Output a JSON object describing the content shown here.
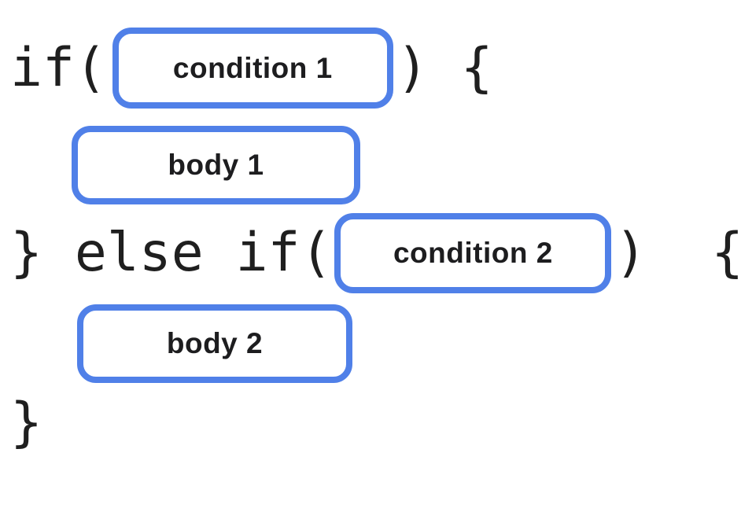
{
  "diagram": {
    "description": "if / else-if code structure diagram with placeholder slots",
    "colors": {
      "slot_border_blue": "#5080e8",
      "code_text": "#1f1f1f",
      "background": "#ffffff"
    },
    "lines": {
      "line1": {
        "pre": "if(",
        "slot_label": "condition 1",
        "post": ") {"
      },
      "line2": {
        "slot_label": "body 1"
      },
      "line3": {
        "pre": "} else if(",
        "slot_label": "condition 2",
        "post": ")  {"
      },
      "line4": {
        "slot_label": "body 2"
      },
      "line5": {
        "code": "}"
      }
    }
  }
}
